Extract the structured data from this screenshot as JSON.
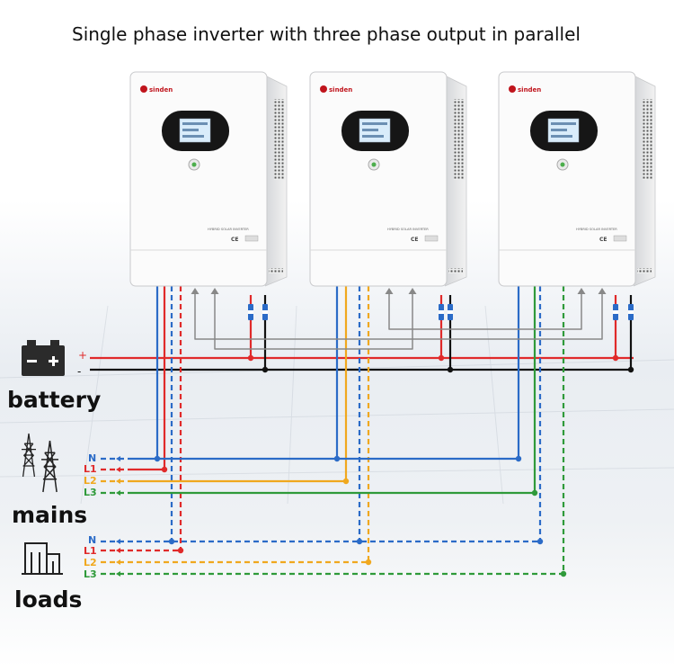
{
  "title": "Single phase inverter with three phase output in parallel",
  "labels": {
    "battery": "battery",
    "mains": "mains",
    "loads": "loads",
    "plus": "+",
    "minus": "-"
  },
  "phases": [
    "N",
    "L1",
    "L2",
    "L3"
  ],
  "inverter": {
    "brand": "sinden",
    "model_label": "HYBRID SOLAR INVERTER",
    "cert": "CE"
  },
  "colors": {
    "N": "#2b6bc7",
    "L1": "#e02a2a",
    "L2": "#f0a81e",
    "L3": "#2f9a3a",
    "battery_pos": "#e02a2a",
    "battery_neg": "#111111",
    "parallel": "#888888"
  }
}
